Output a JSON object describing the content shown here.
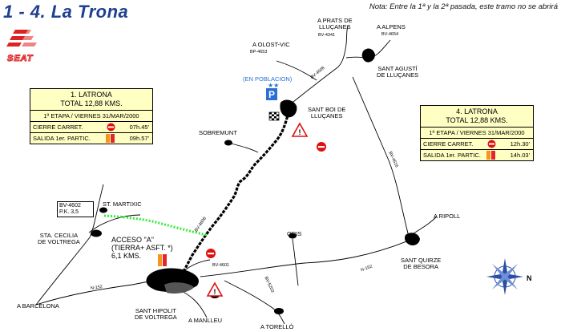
{
  "title": "1 - 4. La Trona",
  "note": "Nota: Entre la 1ª y la 2ª pasada, este tramo no se abrirá",
  "logo": {
    "brand": "SEAT"
  },
  "box1": {
    "line1": "1. LATRONA",
    "line2": "TOTAL 12,88 KMS.",
    "stage": "1ª ETAPA / VIERNES 31/MAR/2000",
    "cierre_label": "CIERRE CARRET.",
    "cierre_time": "07h.45'",
    "salida_label": "SALIDA 1er. PARTIC.",
    "salida_time": "09h.57'"
  },
  "box4": {
    "line1": "4. LATRONA",
    "line2": "TOTAL 12,88 KMS.",
    "stage": "1ª ETAPA / VIERNES 31/MAR/2000",
    "cierre_label": "CIERRE CARRET.",
    "cierre_time": "12h.30'",
    "salida_label": "SALIDA 1er. PARTIC.",
    "salida_time": "14h.03'"
  },
  "roadbox": {
    "line1": "BV-4602",
    "line2": "P.K. 3,5"
  },
  "places": {
    "aprats": "A PRATS DE\nLLUÇANES",
    "aalpens": "A ALPENS",
    "aolost": "A OLOST-VIC",
    "santagusti": "SANT AGUSTÍ\nDE LLUÇANES",
    "santboi": "SANT BOI DE\nLLUÇANES",
    "enpoblacion": "(EN POBLACION)",
    "sobremunt": "SOBREMUNT",
    "santmartixic": "ST. MARTIXIC",
    "santacecilia": "STA. CECILIA\nDE VOLTREGA",
    "acceso": "ACCESO \"A\"\n(TIERRA+ ASFT. *)\n6,1 KMS.",
    "oris": "ORIS",
    "aripoll": "A RIPOLL",
    "santquirze": "SANT QUIRZE\nDE BESORA",
    "abarcelona": "A BARCELONA",
    "santhipolit": "SANT HIPOLIT\nDE VOLTREGA",
    "amanlleu": "A MANLLEU",
    "atorello": "A TORELLÓ"
  },
  "roads": {
    "bv4341": "BV-4341",
    "bv4654": "BV-4654",
    "bp4653": "BP-4653",
    "bv4608": "BV-4608",
    "bv4616": "BV-4616",
    "bv4601": "BV-4601",
    "bv5203": "BV-5203",
    "n152": "N-152",
    "c152": "N-152",
    "n152b": "N-152"
  },
  "compass": {
    "label": "N"
  },
  "colors": {
    "title": "#1f3f8f",
    "box_bg": "#ffffc4",
    "route_green": "#33ee33",
    "parking": "#2a6fd6",
    "stop_red": "#e01010"
  }
}
